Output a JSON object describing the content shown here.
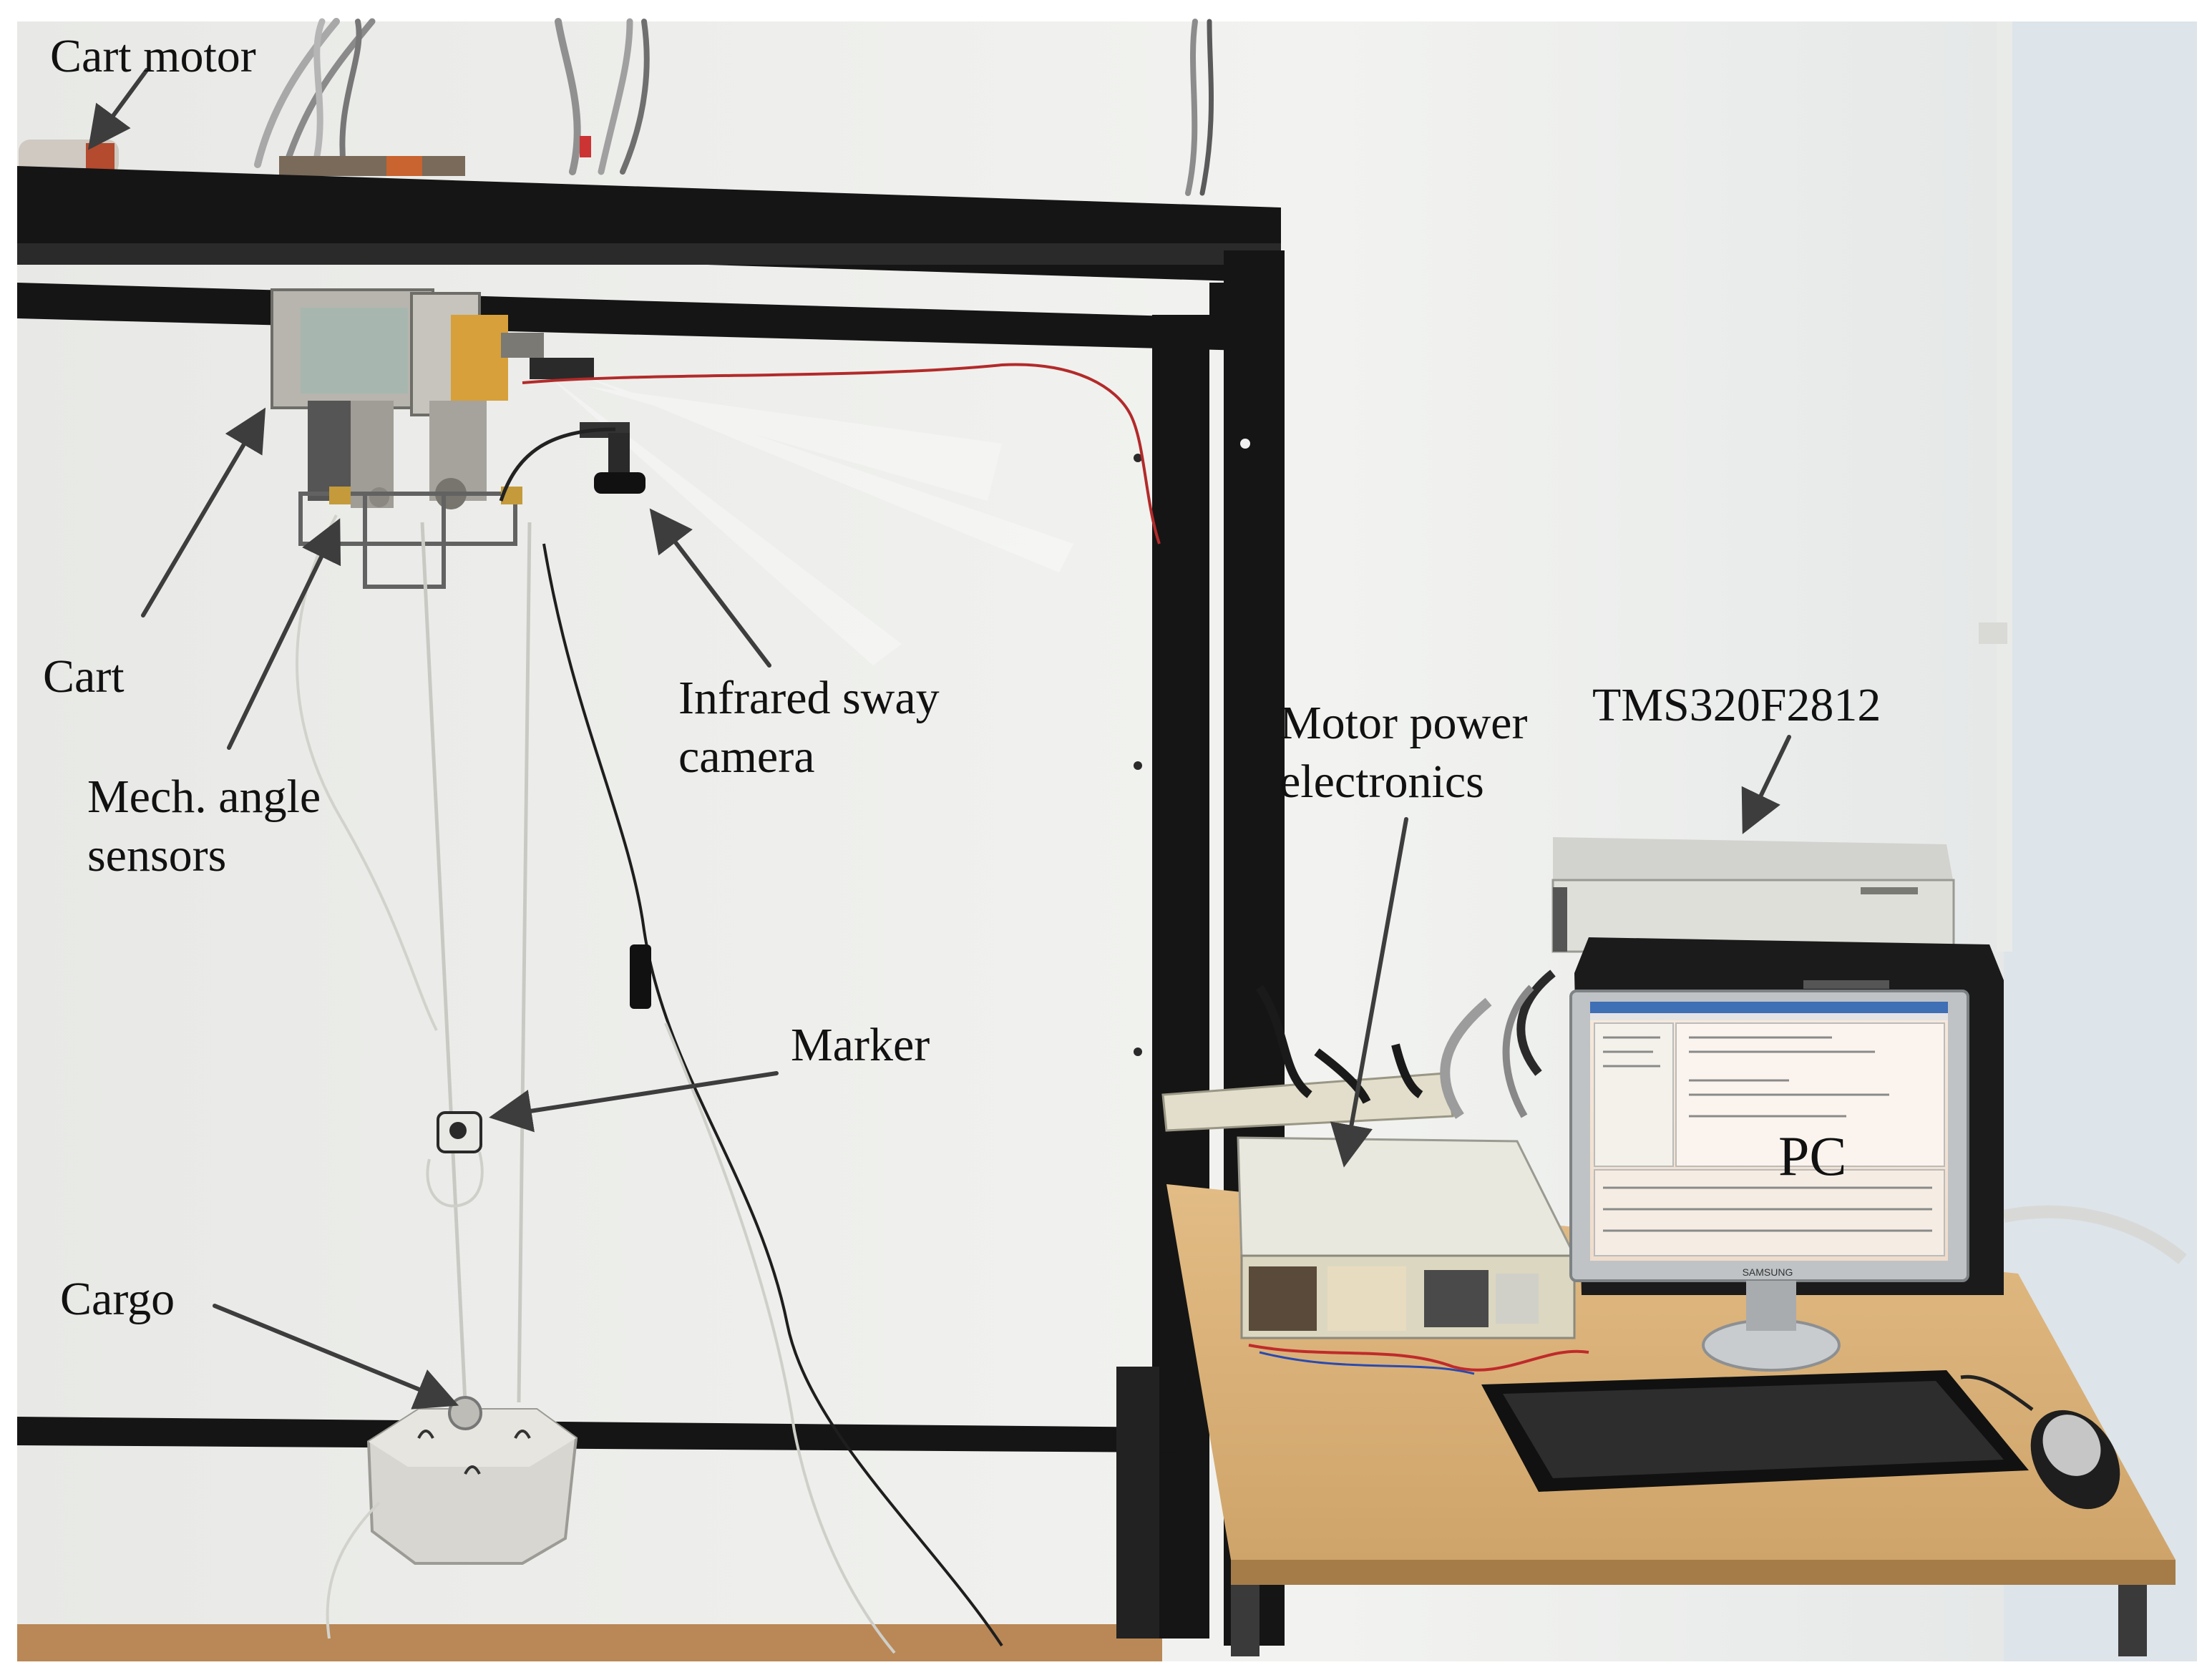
{
  "labels": {
    "cart_motor": "Cart motor",
    "cart": "Cart",
    "mech_angle_line1": "Mech. angle",
    "mech_angle_line2": "sensors",
    "camera_line1": "Infrared sway",
    "camera_line2": "camera",
    "marker": "Marker",
    "cargo": "Cargo",
    "motor_power_line1": "Motor power",
    "motor_power_line2": "electronics",
    "dsp": "TMS320F2812",
    "pc": "PC"
  },
  "brand_text": {
    "monitor": "SAMSUNG"
  },
  "colors": {
    "wall": "#ecedea",
    "frame": "#151515",
    "floor": "#b98856",
    "desk": "#d8b077",
    "arrow": "#3d3d3d"
  }
}
